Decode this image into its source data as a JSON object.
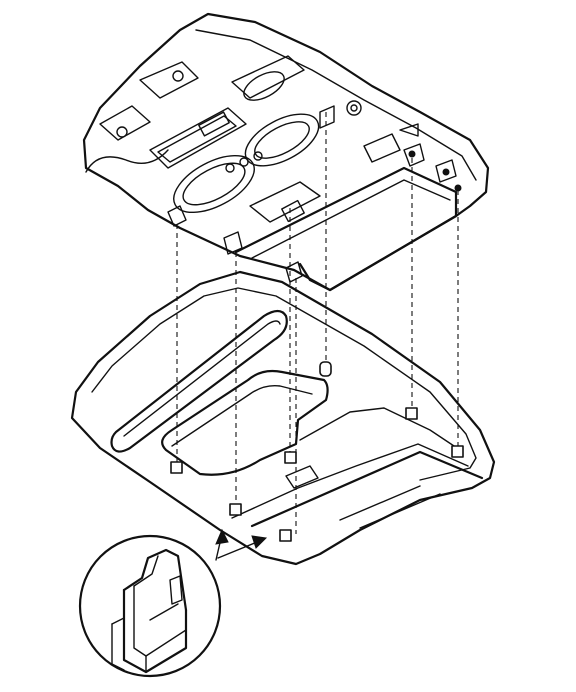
{
  "diagram": {
    "type": "exploded-view line drawing",
    "parts": [
      "overhead-console-bracket",
      "overhead-console-housing",
      "retaining-clip-detail"
    ],
    "colors": {
      "ink": "#111111",
      "background": "#ffffff"
    }
  }
}
